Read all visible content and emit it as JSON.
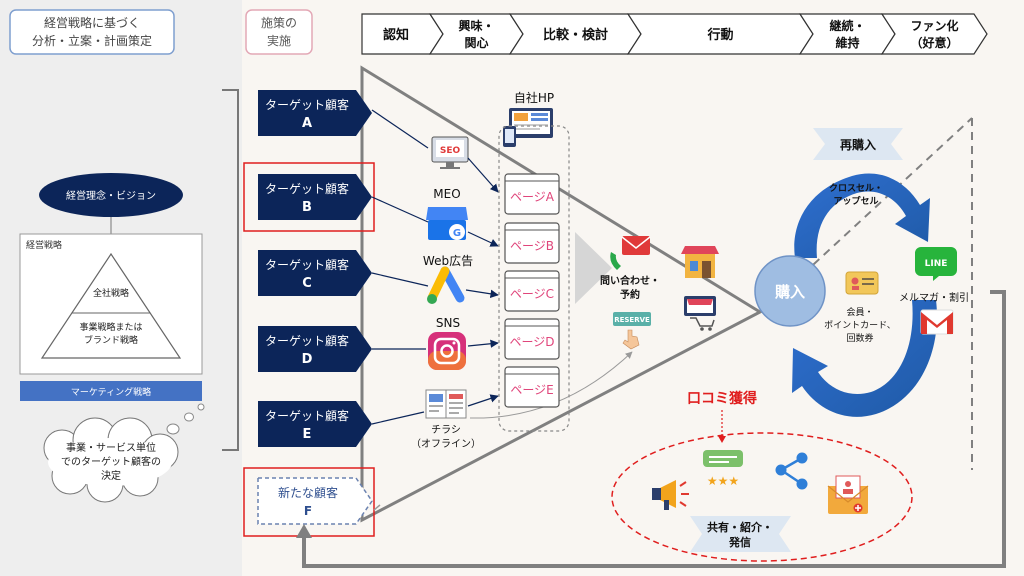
{
  "colors": {
    "navy": "#0c2559",
    "blue": "#2f6fd0",
    "light_blue": "#9fc0e6",
    "pink": "#e0457b",
    "red": "#e01e1e",
    "gray": "#808080",
    "left_bg": "#eeeeee",
    "right_bg": "#f9f6f2"
  },
  "left_panel": {
    "header_line1": "経営戦略に基づく",
    "header_line2": "分析・立案・計画策定",
    "vision": "経営理念・ビジョン",
    "strategy_title": "経営戦略",
    "corporate": "全社戦略",
    "business_line1": "事業戦略または",
    "business_line2": "ブランド戦略",
    "marketing": "マーケティング戦略",
    "cloud_line1": "事業・サービス単位",
    "cloud_line2": "でのターゲット顧客の",
    "cloud_line3": "決定"
  },
  "measures_label_line1": "施策の",
  "measures_label_line2": "実施",
  "stages": [
    {
      "line1": "認知",
      "line2": ""
    },
    {
      "line1": "興味・",
      "line2": "関心"
    },
    {
      "line1": "比較・検討",
      "line2": ""
    },
    {
      "line1": "行動",
      "line2": ""
    },
    {
      "line1": "継続・",
      "line2": "維持"
    },
    {
      "line1": "ファン化",
      "line2": "（好意）"
    }
  ],
  "customers": [
    {
      "line1": "ターゲット顧客",
      "line2": "A"
    },
    {
      "line1": "ターゲット顧客",
      "line2": "B"
    },
    {
      "line1": "ターゲット顧客",
      "line2": "C"
    },
    {
      "line1": "ターゲット顧客",
      "line2": "D"
    },
    {
      "line1": "ターゲット顧客",
      "line2": "E"
    }
  ],
  "new_customer": {
    "line1": "新たな顧客",
    "line2": "F"
  },
  "channels": {
    "seo_text": "SEO",
    "meo": "MEO",
    "web_ad": "Web広告",
    "sns": "SNS",
    "flyer_line1": "チラシ",
    "flyer_line2": "（オフライン）"
  },
  "own_site": "自社HP",
  "pages": [
    "ページA",
    "ページB",
    "ページC",
    "ページD",
    "ページE"
  ],
  "action": {
    "inquiry_line1": "問い合わせ・",
    "inquiry_line2": "予約",
    "reserve_text": "RESERVE"
  },
  "cycle": {
    "purchase": "購入",
    "repurchase": "再購入",
    "cross_line1": "クロスセル・",
    "cross_line2": "アップセル",
    "line_text": "LINE",
    "mail": "メルマガ・割引",
    "member_line1": "会員・",
    "member_line2": "ポイントカード、",
    "member_line3": "回数券"
  },
  "wom": {
    "title": "口コミ獲得",
    "share_line1": "共有・紹介・",
    "share_line2": "発信"
  }
}
